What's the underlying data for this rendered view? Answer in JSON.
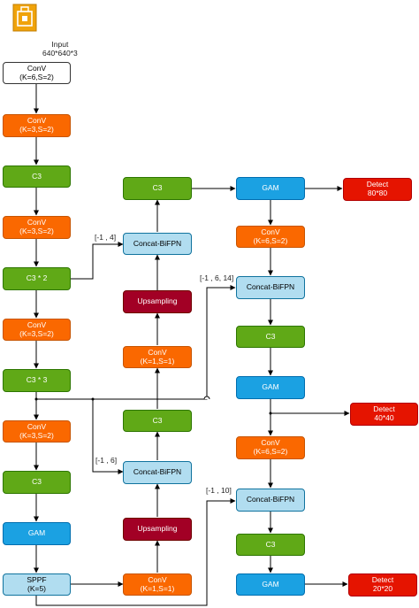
{
  "input": {
    "label": "Input",
    "size": "640*640*3"
  },
  "backbone": {
    "conv0": {
      "title": "ConV",
      "params": "(K=6,S=2)"
    },
    "conv1": {
      "title": "ConV",
      "params": "(K=3,S=2)"
    },
    "c3_1": {
      "title": "C3"
    },
    "conv2": {
      "title": "ConV",
      "params": "(K=3,S=2)"
    },
    "c3_2": {
      "title": "C3 * 2"
    },
    "conv3": {
      "title": "ConV",
      "params": "(K=3,S=2)"
    },
    "c3_3": {
      "title": "C3 * 3"
    },
    "conv4": {
      "title": "ConV",
      "params": "(K=3,S=2)"
    },
    "c3_4": {
      "title": "C3"
    },
    "gam": {
      "title": "GAM"
    },
    "sppf": {
      "title": "SPPF",
      "params": "(K=5)"
    }
  },
  "neck": {
    "conv_a": {
      "title": "ConV",
      "params": "(K=1,S=1)"
    },
    "up_a": {
      "title": "Upsampling"
    },
    "concat_a": {
      "title": "Concat-BiFPN",
      "index": "[-1 , 6]"
    },
    "c3_a": {
      "title": "C3"
    },
    "conv_b": {
      "title": "ConV",
      "params": "(K=1,S=1)"
    },
    "up_b": {
      "title": "Upsampling"
    },
    "concat_b": {
      "title": "Concat-BiFPN",
      "index": "[-1 , 4]"
    },
    "c3_b": {
      "title": "C3"
    }
  },
  "head": {
    "gam_1": {
      "title": "GAM"
    },
    "detect_1": {
      "title": "Detect",
      "size": "80*80"
    },
    "conv_1": {
      "title": "ConV",
      "params": "(K=6,S=2)"
    },
    "concat_1": {
      "title": "Concat-BiFPN",
      "index": "[-1 , 6, 14]"
    },
    "c3_1": {
      "title": "C3"
    },
    "gam_2": {
      "title": "GAM"
    },
    "detect_2": {
      "title": "Detect",
      "size": "40*40"
    },
    "conv_2": {
      "title": "ConV",
      "params": "(K=6,S=2)"
    },
    "concat_2": {
      "title": "Concat-BiFPN",
      "index": "[-1 , 10]"
    },
    "c3_2": {
      "title": "C3"
    },
    "gam_3": {
      "title": "GAM"
    },
    "detect_3": {
      "title": "Detect",
      "size": "20*20"
    }
  },
  "colors": {
    "conv": "#fa6800",
    "c3": "#60a917",
    "gam": "#1ba1e2",
    "concat": "#b1ddf0",
    "upsampling": "#a20025",
    "detect": "#e51400",
    "input_icon": "#f0a30a"
  },
  "icons": {
    "input": "package-icon"
  }
}
